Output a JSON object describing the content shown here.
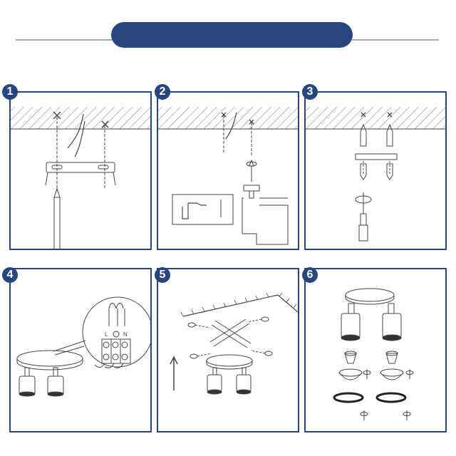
{
  "header": {
    "accent_color": "#27457f",
    "rule_color": "#a8a8a8"
  },
  "steps": [
    {
      "number": "1"
    },
    {
      "number": "2"
    },
    {
      "number": "3"
    },
    {
      "number": "4",
      "terminal_labels": {
        "live": "L",
        "neutral": "N"
      }
    },
    {
      "number": "5"
    },
    {
      "number": "6"
    }
  ]
}
